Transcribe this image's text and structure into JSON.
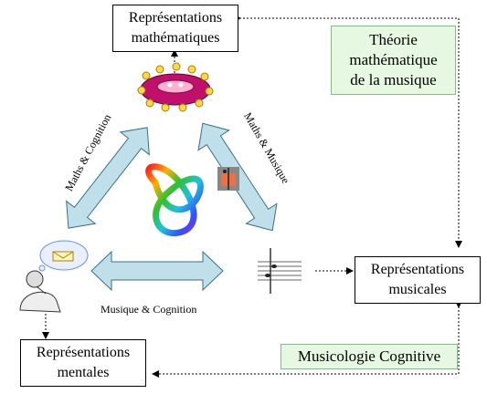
{
  "nodes": {
    "math_repr": {
      "line1": "Représentations",
      "line2": "mathématiques"
    },
    "music_repr": {
      "line1": "Représentations",
      "line2": "musicales"
    },
    "mental_repr": {
      "line1": "Représentations",
      "line2": "mentales"
    }
  },
  "fields": {
    "math_theory": {
      "line1": "Théorie",
      "line2": "mathématique",
      "line3": "de la musique"
    },
    "cognitive_musicology": {
      "label": "Musicologie Cognitive"
    }
  },
  "edges": {
    "math_cognition": "Maths & Cognition",
    "math_music": "Maths & Musique",
    "music_cognition": "Musique & Cognition"
  },
  "icons": {
    "center": "rainbow-knot-icon",
    "math": "torus-chord-diagram-icon",
    "music": "musical-staff-icon",
    "mental": "thinking-person-icon",
    "musicians": "musician-figures-icon"
  },
  "colors": {
    "arrow_fill": "#bfe0ea",
    "arrow_stroke": "#3a6f86",
    "field_fill": "#e6f8e1",
    "field_border": "#7fbf7f"
  }
}
